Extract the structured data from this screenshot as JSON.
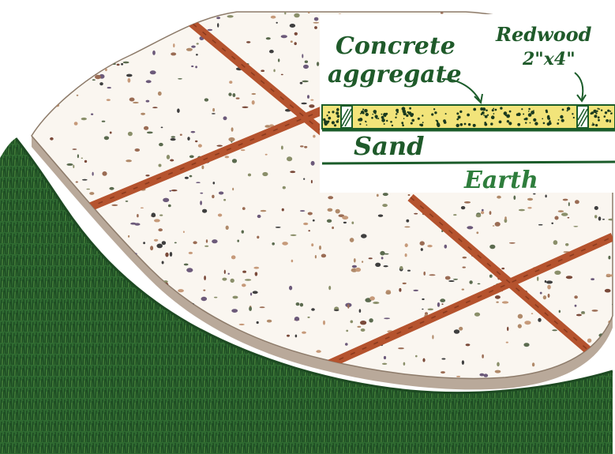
{
  "labels": {
    "concrete_line1": "Concrete",
    "concrete_line2": "aggregate",
    "redwood_line1": "Redwood",
    "redwood_line2": "2\"x4\"",
    "sand": "Sand",
    "earth": "Earth"
  },
  "colors": {
    "background": "#ffffff",
    "concrete_surface": "#faf6f0",
    "redwood": "#b5532e",
    "grass": "#2f6a31",
    "grass_dark": "#1d4a22",
    "aggregate_layer": "#f2e47a",
    "label_ink": "#1f5a2a",
    "section_line": "#1b5c2a"
  }
}
